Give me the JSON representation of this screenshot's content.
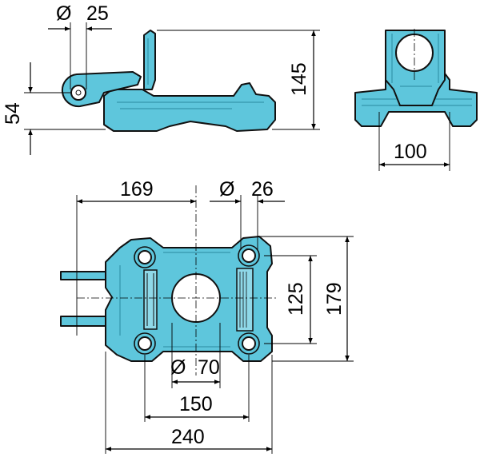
{
  "dimensions": {
    "side_view": {
      "pin_diameter_symbol": "Ø",
      "pin_diameter": "25",
      "height_pin": "54",
      "height_total": "145"
    },
    "end_view": {
      "width": "100"
    },
    "plan_view": {
      "offset_center": "169",
      "bolt_diameter_symbol": "Ø",
      "bolt_diameter": "26",
      "hole_spacing_vertical": "125",
      "overall_height": "179",
      "center_hole_diameter_symbol": "Ø",
      "center_hole_diameter": "70",
      "hole_spacing_horizontal": "150",
      "overall_width": "240"
    }
  },
  "colors": {
    "part_fill": "#5ec6dc",
    "line": "#000000"
  }
}
